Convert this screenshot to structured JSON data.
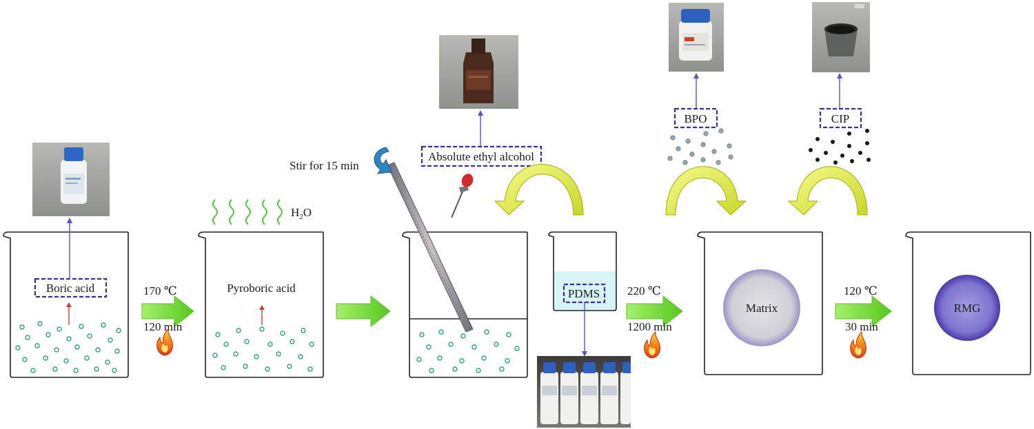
{
  "title": "",
  "colors": {
    "dashed_box": "#3d2f8f",
    "blue_arrow": "#5b4fc9",
    "red_arrow": "#d23a3a",
    "green_arrow": "#7ee03a",
    "yellow_arrow": "#e8f04a",
    "particle": "#2f9e86",
    "bpo_particle": "#9aa6ad",
    "cip_particle": "#0d1a1a",
    "steam": "#4fc83c",
    "pdms_fill": "#d7f3f6",
    "matrix_core": "#d8d8de",
    "matrix_rim": "#9b93c8",
    "rmg_core": "#8c84d6",
    "rmg_rim": "#4a3aa8"
  },
  "labels": {
    "boric_acid": "Boric acid",
    "pyroboric_acid": "Pyroboric acid",
    "h2o_main": "H",
    "h2o_sub": "2",
    "h2o_tail": "O",
    "stir": "Stir for 15 min",
    "ethanol": "Absolute ethyl alcohol",
    "pdms": "PDMS",
    "bpo": "BPO",
    "cip": "CIP",
    "matrix": "Matrix",
    "rmg": "RMG"
  },
  "steps": [
    {
      "temp": "170 ℃",
      "time": "120 min"
    },
    {
      "temp": "220 ℃",
      "time": "1200 min"
    },
    {
      "temp": "120 ℃",
      "time": "30 min"
    }
  ],
  "photos": [
    {
      "name": "boric-acid-bottle-photo",
      "subject": "white reagent bottle with blue cap"
    },
    {
      "name": "ethanol-bottle-photo",
      "subject": "brown glass bottle"
    },
    {
      "name": "bpo-bottle-photo",
      "subject": "white reagent bottle with blue cap"
    },
    {
      "name": "cip-cup-photo",
      "subject": "cup of black powder"
    },
    {
      "name": "pdms-bottles-photo",
      "subject": "row of white bottles with blue caps"
    }
  ],
  "icons": [
    "flame-icon",
    "stir-arrow-icon",
    "dropper-icon",
    "steam-icon"
  ]
}
